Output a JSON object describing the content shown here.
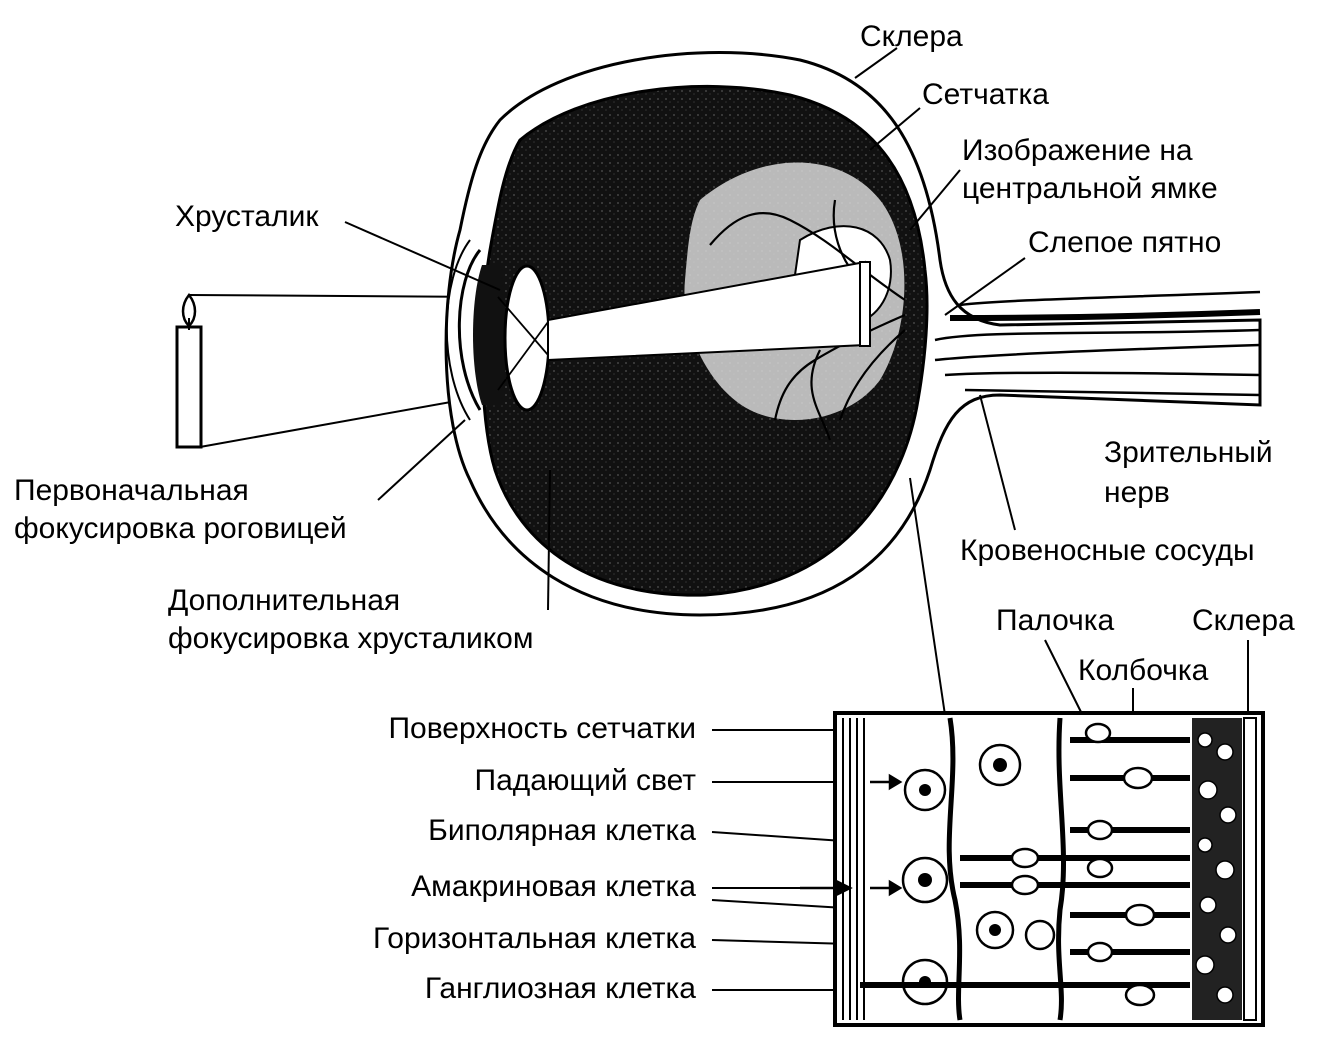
{
  "labels": {
    "sclera_top": "Склера",
    "retina": "Сетчатка",
    "fovea_image_1": "Изображение на",
    "fovea_image_2": "центральной ямке",
    "blind_spot": "Слепое пятно",
    "lens": "Хрусталик",
    "optic_nerve_1": "Зрительный",
    "optic_nerve_2": "нерв",
    "cornea_focus_1": "Первоначальная",
    "cornea_focus_2": "фокусировка роговицей",
    "blood_vessels": "Кровеносные сосуды",
    "lens_focus_1": "Дополнительная",
    "lens_focus_2": "фокусировка хрусталиком",
    "rod": "Палочка",
    "sclera_detail": "Склера",
    "cone": "Колбочка",
    "retina_surface": "Поверхность сетчатки",
    "incident_light": "Падающий свет",
    "bipolar_cell": "Биполярная клетка",
    "amacrine_cell": "Амакриновая клетка",
    "horizontal_cell": "Горизонтальная клетка",
    "ganglion_cell": "Ганглиозная клетка"
  },
  "colors": {
    "ink": "#000000",
    "paper": "#ffffff",
    "shade": "#1a1a1a"
  }
}
